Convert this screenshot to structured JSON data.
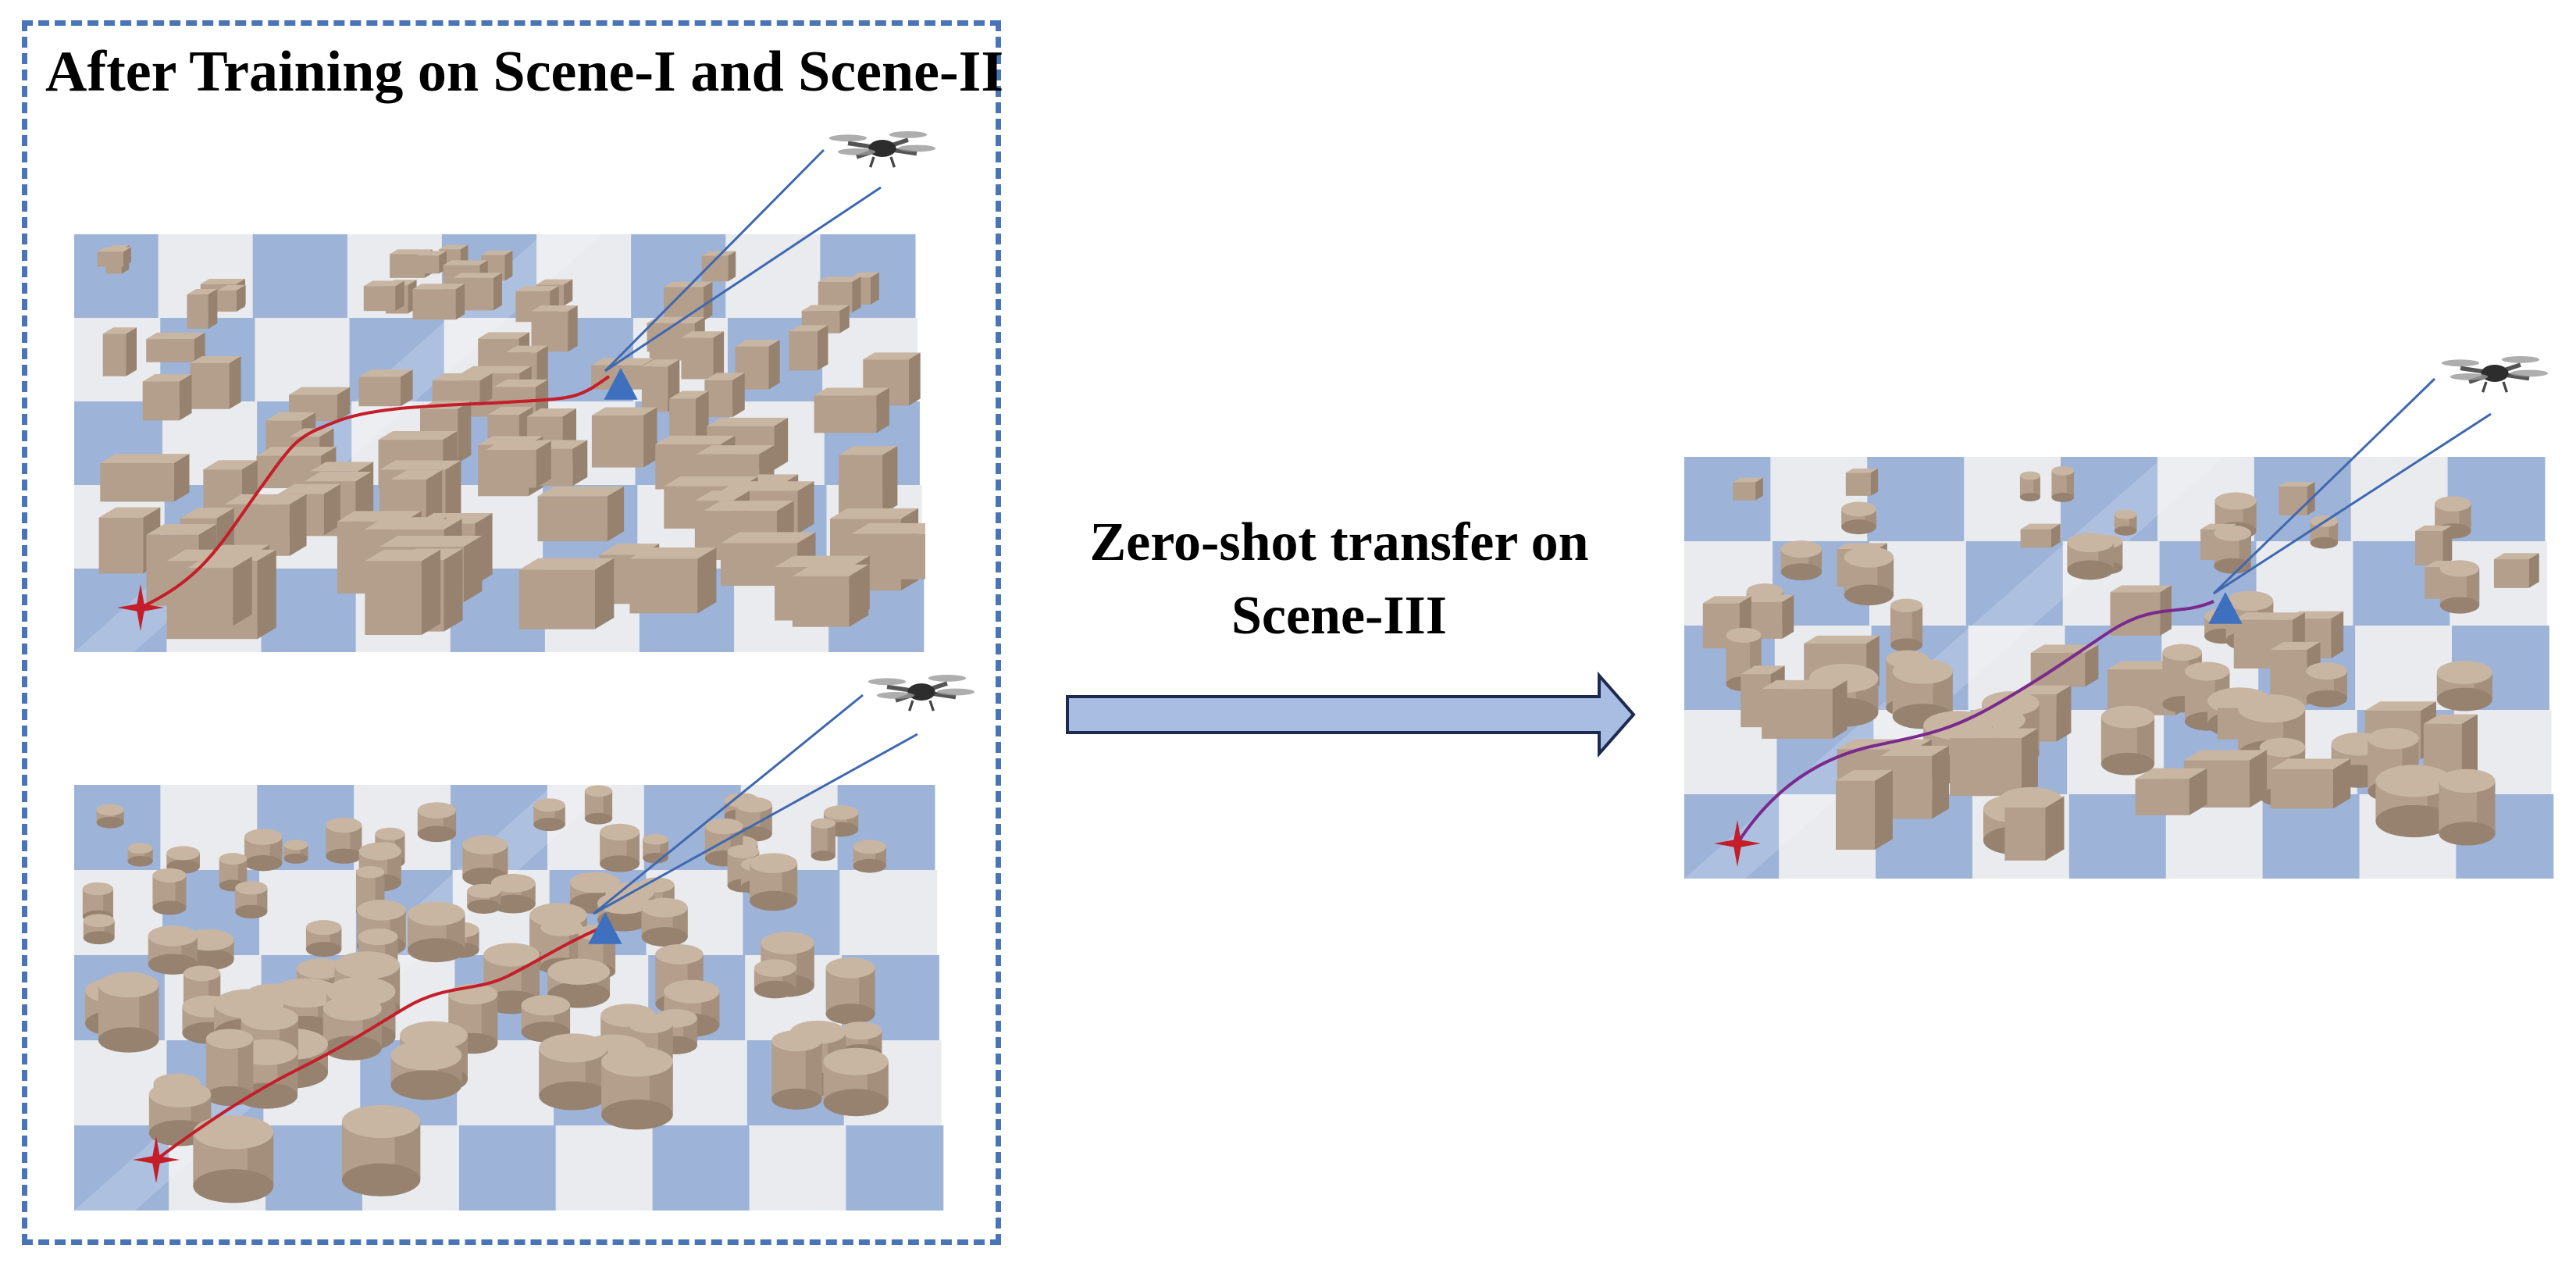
{
  "figure": {
    "training_title": "After Training on Scene-I and Scene-II",
    "transfer_caption_line1": "Zero-shot transfer on",
    "transfer_caption_line2": "Scene-III"
  },
  "scenes": [
    {
      "id": "scene-1",
      "obstacle_shape": "box"
    },
    {
      "id": "scene-2",
      "obstacle_shape": "cylinder"
    },
    {
      "id": "scene-3",
      "obstacle_shape": "mixed"
    }
  ],
  "markers": {
    "start": "red-four-point-star",
    "goal": "blue-triangle",
    "agent": "quadrotor-drone-icon"
  },
  "colors": {
    "box_border": "#4a74b8",
    "arrow_fill": "#a9bde3",
    "arrow_stroke": "#1c2a50",
    "checker_blue": "#9db3d8",
    "checker_light": "#e9ebee",
    "obstacle": "#b49f8c",
    "obstacle_top": "#c8b6a3",
    "obstacle_dark": "#97826f",
    "path_red": "#c41e2a",
    "path_purple": "#7a2a8c",
    "goal_blue": "#3f6fbf",
    "sight_line": "#3f68b0"
  }
}
